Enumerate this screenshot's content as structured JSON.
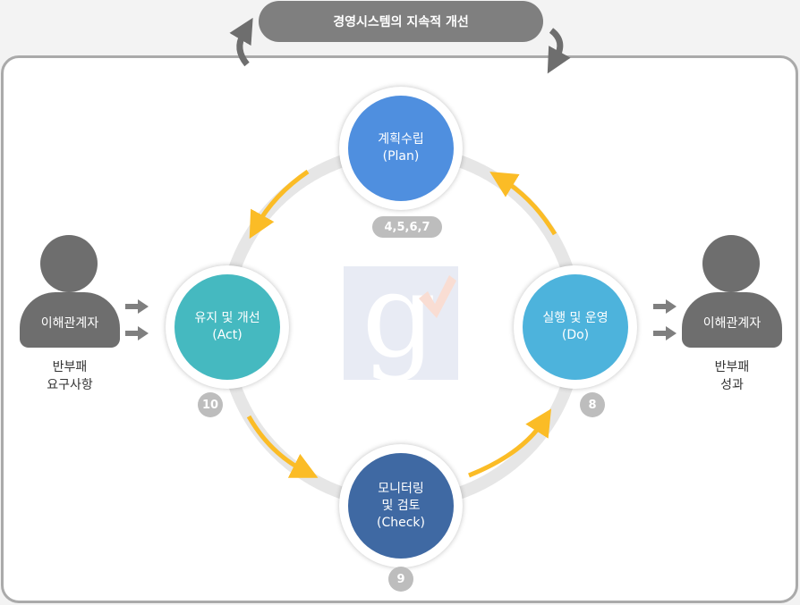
{
  "banner": {
    "label": "경영시스템의 지속적 개선"
  },
  "nodes": {
    "plan": {
      "title": "계획수립",
      "sub": "(Plan)",
      "color": "#4f8fdf",
      "badge": "4,5,6,7"
    },
    "do": {
      "title": "실행 및 운영",
      "sub": "(Do)",
      "color": "#4db3dc",
      "badge": "8"
    },
    "check": {
      "title": "모니터링",
      "title2": "및 검토",
      "sub": "(Check)",
      "color": "#3f69a3",
      "badge": "9"
    },
    "act": {
      "title": "유지 및 개선",
      "sub": "(Act)",
      "color": "#45b9c0",
      "badge": "10"
    }
  },
  "left_person": {
    "label": "이해관계자",
    "caption1": "반부패",
    "caption2": "요구사항"
  },
  "right_person": {
    "label": "이해관계자",
    "caption1": "반부패",
    "caption2": "성과"
  },
  "colors": {
    "cycle_arrow": "#fbbc26",
    "ring": "#e6e6e6",
    "gray": "#7f7f7f"
  }
}
